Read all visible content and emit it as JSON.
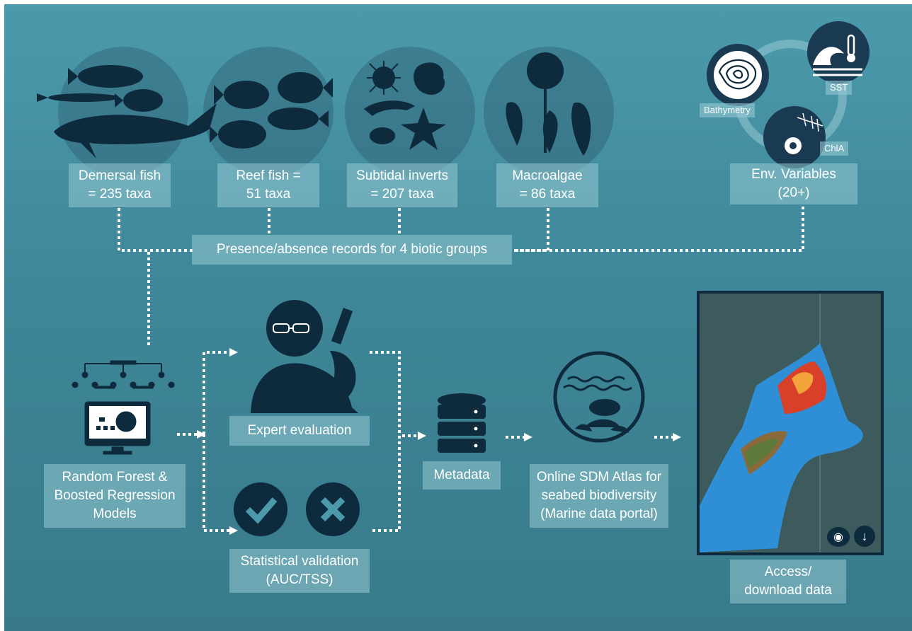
{
  "taxa": {
    "demersal": [
      "Demersal fish",
      "= 235 taxa"
    ],
    "reef": [
      "Reef fish =",
      "51 taxa"
    ],
    "inverts": [
      "Subtidal inverts",
      "= 207 taxa"
    ],
    "macroalgae": [
      "Macroalgae",
      "= 86 taxa"
    ],
    "env": [
      "Env. Variables",
      "(20+)"
    ]
  },
  "env_labels": {
    "bathymetry": "Bathymetry",
    "sst": "SST",
    "chla": "ChlA"
  },
  "presence": "Presence/absence records for 4 biotic groups",
  "models": [
    "Random Forest &",
    "Boosted Regression",
    "Models"
  ],
  "expert": "Expert evaluation",
  "validation": [
    "Statistical validation",
    "(AUC/TSS)"
  ],
  "metadata": "Metadata",
  "atlas": [
    "Online SDM Atlas for",
    "seabed biodiversity",
    "(Marine data portal)"
  ],
  "access": [
    "Access/",
    "download data"
  ],
  "colors": {
    "dark": "#0e2a3d",
    "accent_box": "#8fc3cd",
    "map_blue": "#2f8fd6",
    "map_red": "#d9402a"
  }
}
